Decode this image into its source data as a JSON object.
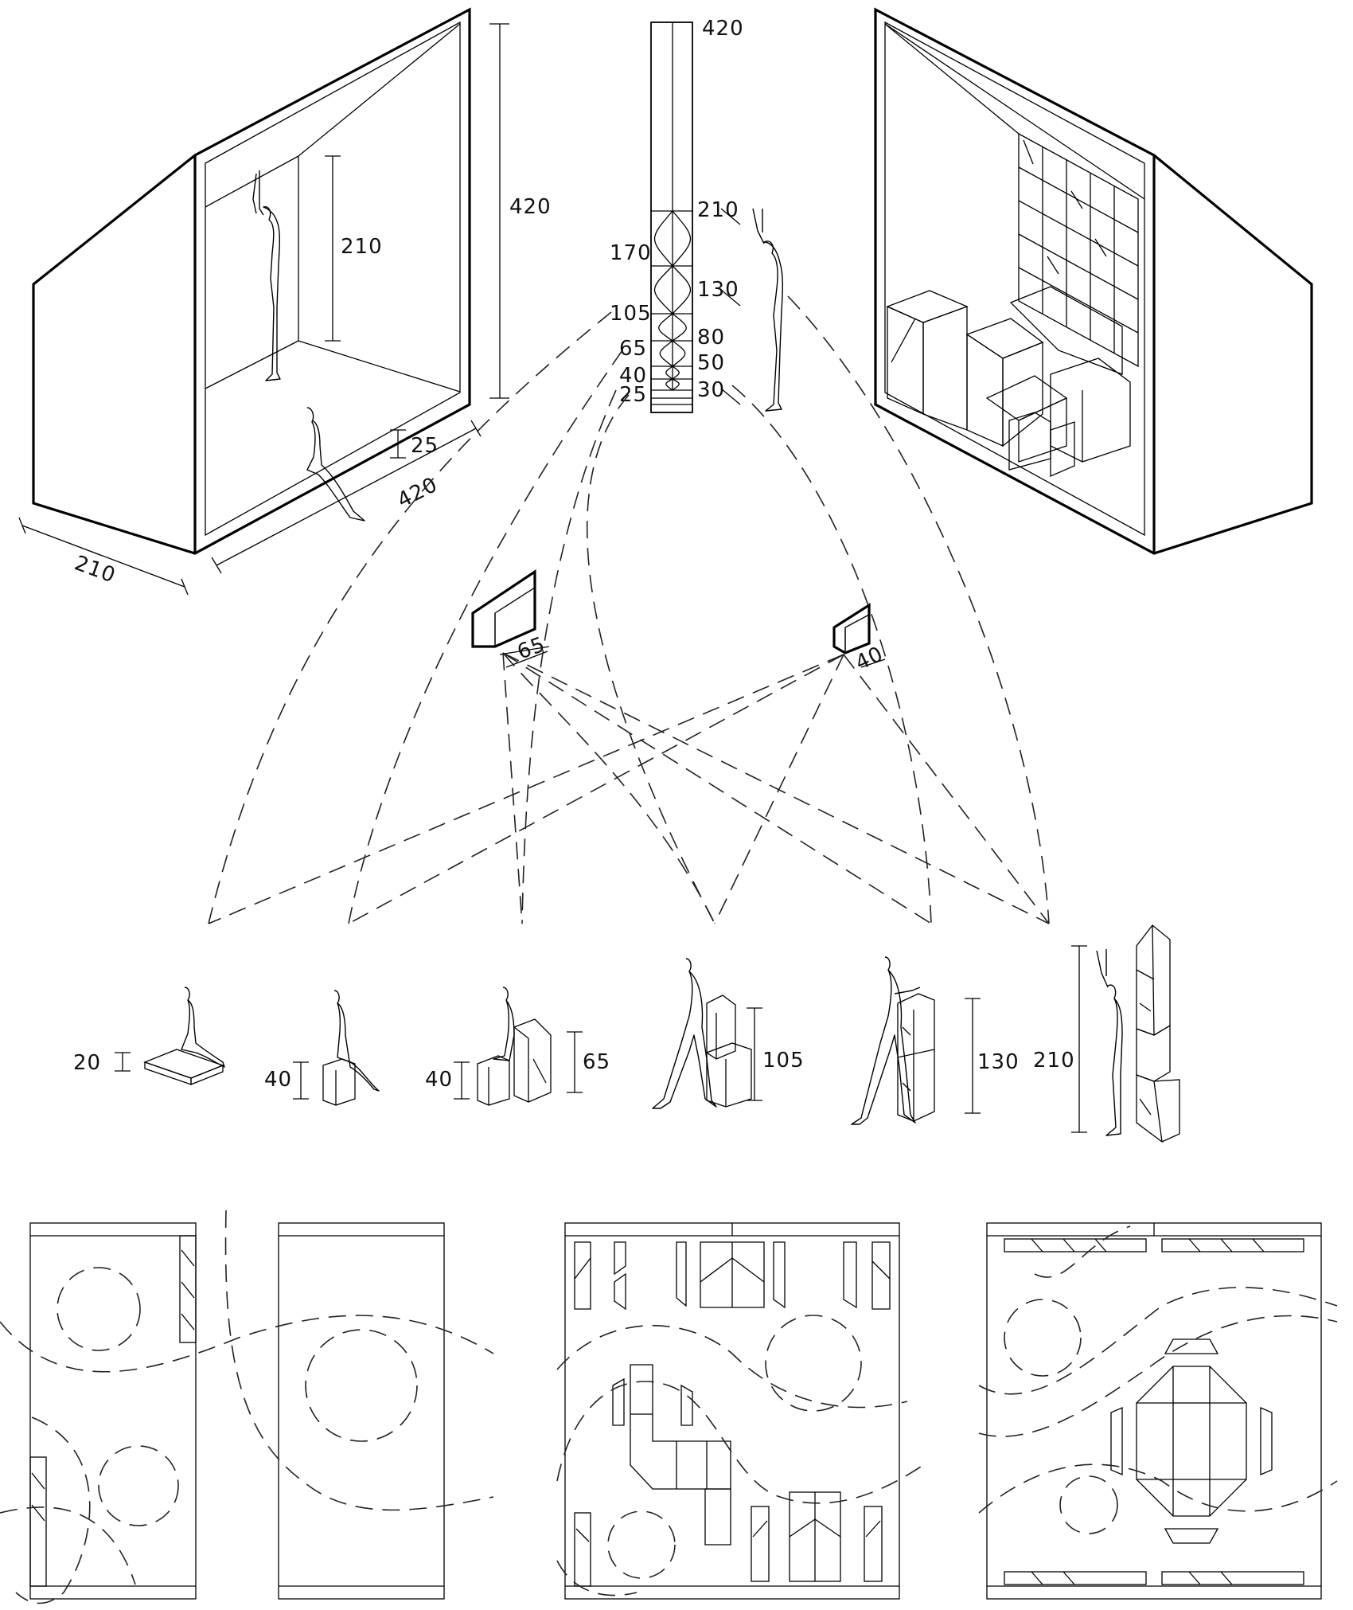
{
  "labels": {
    "room_left": {
      "height": "420",
      "inner_height": "210",
      "depth": "210",
      "length": "420",
      "step": "25"
    },
    "scale_bar": {
      "top": "420",
      "v210": "210",
      "v170": "170",
      "v130": "130",
      "v105": "105",
      "v80": "80",
      "v65": "65",
      "v50": "50",
      "v40": "40",
      "v30": "30",
      "v25": "25"
    },
    "modules": {
      "left_box": "65",
      "right_box": "40"
    },
    "row": {
      "h20": "20",
      "h40a": "40",
      "h40b": "40",
      "h65": "65",
      "h105": "105",
      "h130": "130",
      "h210": "210"
    }
  }
}
